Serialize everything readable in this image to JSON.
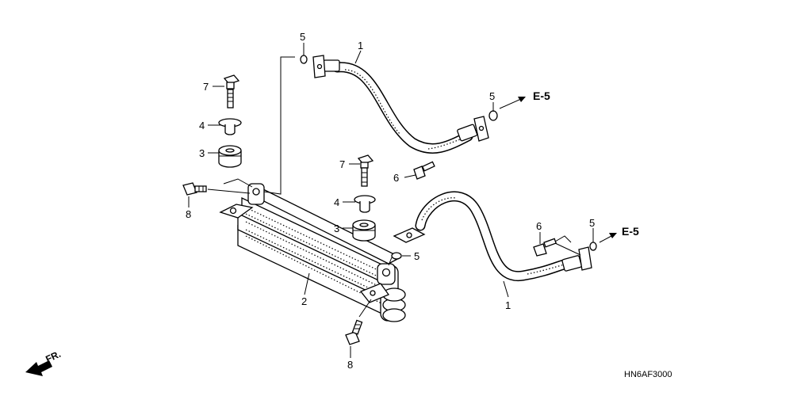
{
  "diagram": {
    "parts": [
      {
        "id": "hose-top",
        "number": "1"
      },
      {
        "id": "hose-bottom",
        "number": "1"
      },
      {
        "id": "oil-cooler",
        "number": "2"
      },
      {
        "id": "grommet-left",
        "number": "3"
      },
      {
        "id": "grommet-center",
        "number": "3"
      },
      {
        "id": "collar-left",
        "number": "4"
      },
      {
        "id": "collar-center",
        "number": "4"
      },
      {
        "id": "o-ring-top-left",
        "number": "5"
      },
      {
        "id": "o-ring-top-right",
        "number": "5"
      },
      {
        "id": "o-ring-center",
        "number": "5"
      },
      {
        "id": "o-ring-right",
        "number": "5"
      },
      {
        "id": "bolt-6-top",
        "number": "6"
      },
      {
        "id": "bolt-6-right",
        "number": "6"
      },
      {
        "id": "bolt-7-left",
        "number": "7"
      },
      {
        "id": "bolt-7-center",
        "number": "7"
      },
      {
        "id": "bolt-8-left",
        "number": "8"
      },
      {
        "id": "bolt-8-bottom",
        "number": "8"
      }
    ],
    "references": [
      "E-5",
      "E-5"
    ],
    "front_indicator": "FR.",
    "diagram_code": "HN6AF3000"
  }
}
